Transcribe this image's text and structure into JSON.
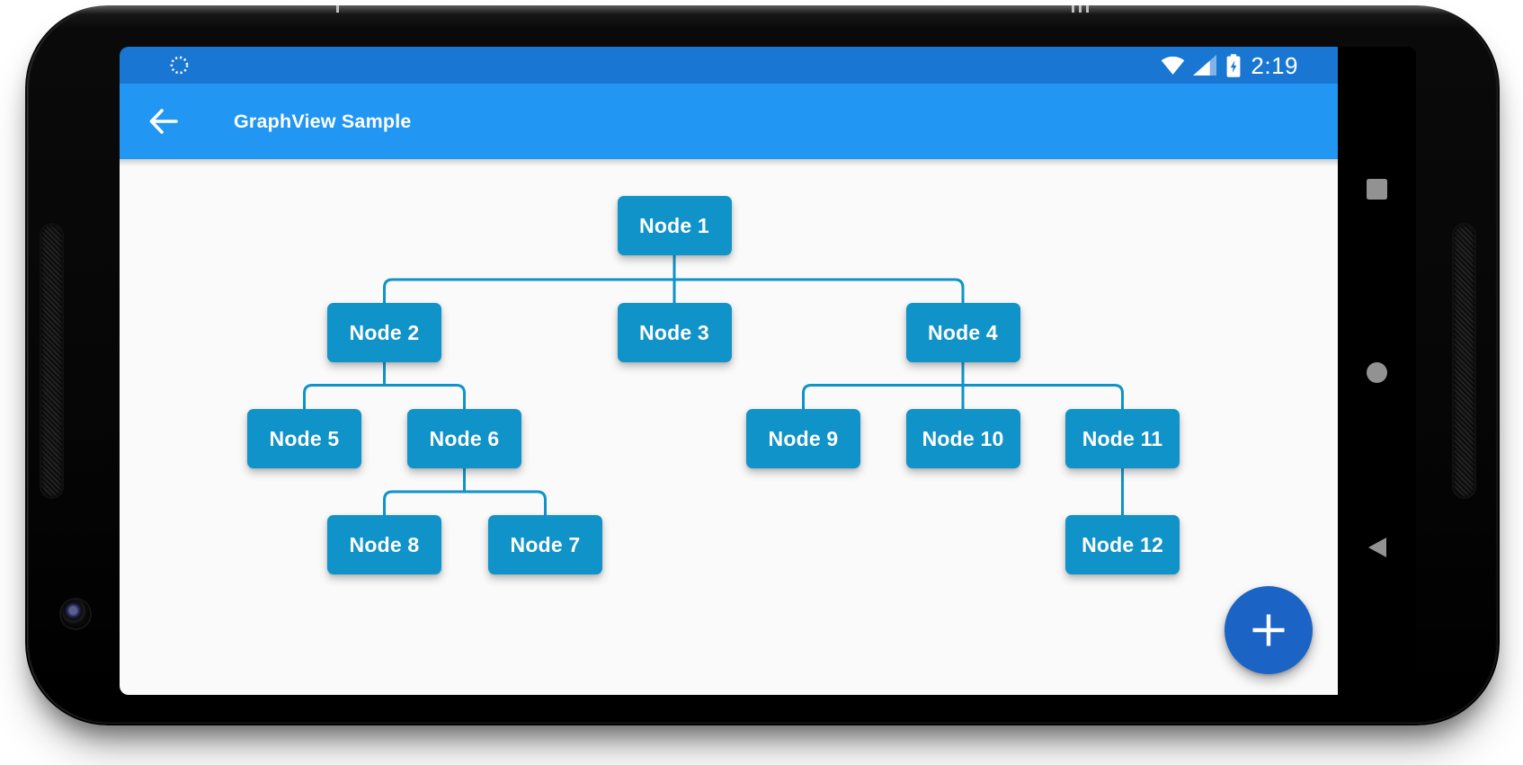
{
  "status_bar": {
    "time": "2:19",
    "left_icons": [
      {
        "name": "dotted-circle-notification-icon"
      }
    ],
    "right_icons": [
      {
        "name": "wifi-icon"
      },
      {
        "name": "cell-signal-icon"
      },
      {
        "name": "battery-charging-icon"
      }
    ]
  },
  "app_bar": {
    "title": "GraphView Sample",
    "back_icon": "back-arrow-icon"
  },
  "graph": {
    "nodes": [
      {
        "id": 1,
        "label": "Node 1"
      },
      {
        "id": 2,
        "label": "Node 2"
      },
      {
        "id": 3,
        "label": "Node 3"
      },
      {
        "id": 4,
        "label": "Node 4"
      },
      {
        "id": 5,
        "label": "Node 5"
      },
      {
        "id": 6,
        "label": "Node 6"
      },
      {
        "id": 7,
        "label": "Node 7"
      },
      {
        "id": 8,
        "label": "Node 8"
      },
      {
        "id": 9,
        "label": "Node 9"
      },
      {
        "id": 10,
        "label": "Node 10"
      },
      {
        "id": 11,
        "label": "Node 11"
      },
      {
        "id": 12,
        "label": "Node 12"
      }
    ],
    "edges": [
      [
        1,
        2
      ],
      [
        1,
        3
      ],
      [
        1,
        4
      ],
      [
        2,
        5
      ],
      [
        2,
        6
      ],
      [
        4,
        9
      ],
      [
        4,
        10
      ],
      [
        4,
        11
      ],
      [
        6,
        8
      ],
      [
        6,
        7
      ],
      [
        11,
        12
      ]
    ]
  },
  "fab": {
    "icon": "plus-icon"
  },
  "nav_bar": {
    "buttons": [
      {
        "name": "recents",
        "icon": "square-icon"
      },
      {
        "name": "home",
        "icon": "circle-icon"
      },
      {
        "name": "back",
        "icon": "triangle-icon"
      }
    ]
  },
  "colors": {
    "status_bar": "#1976D2",
    "app_bar": "#2196F3",
    "content_bg": "#FAFAFA",
    "node": "#1093C8",
    "edge": "#1093C8",
    "fab": "#1B64C6"
  }
}
